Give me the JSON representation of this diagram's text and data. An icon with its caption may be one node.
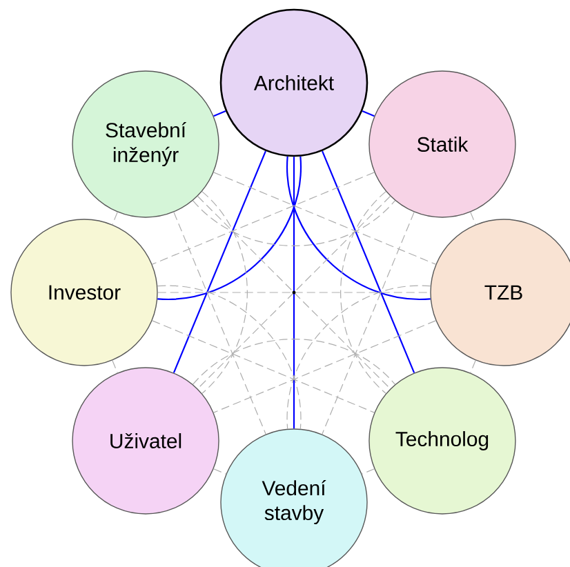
{
  "diagram": {
    "nodes": [
      {
        "text": [
          "Architekt"
        ]
      },
      {
        "text": [
          "Stavební inženýr"
        ]
      },
      {
        "text": [
          "Statik"
        ]
      },
      {
        "text": [
          "Investor"
        ]
      },
      {
        "text": [
          "TZB"
        ]
      },
      {
        "text": [
          "Uživatel"
        ]
      },
      {
        "text": [
          "Technolog"
        ]
      },
      {
        "text": [
          "Vedení stavby"
        ]
      }
    ],
    "edges": [
      {
        "from": 0,
        "to": 1,
        "arrow": "none",
        "color": "#0000ff"
      },
      {
        "from": 0,
        "to": 2,
        "arrow": "none",
        "color": "#0000ff"
      },
      {
        "from": 0,
        "to": 3,
        "arrow": "none",
        "color": "#0000ff"
      },
      {
        "from": 0,
        "to": 4,
        "arrow": "none",
        "color": "#0000ff"
      },
      {
        "from": 0,
        "to": 5,
        "arrow": "none",
        "color": "#0000ff"
      },
      {
        "from": 0,
        "to": 6,
        "arrow": "none",
        "color": "#0000ff"
      },
      {
        "from": 0,
        "to": 7,
        "arrow": "none",
        "color": "#0000ff"
      },
      {
        "from": 1,
        "to": 2,
        "arrow": "none",
        "style": "dashed"
      },
      {
        "from": 1,
        "to": 3,
        "arrow": "none",
        "style": "dashed"
      },
      {
        "from": 1,
        "to": 4,
        "arrow": "none",
        "style": "dashed"
      },
      {
        "from": 1,
        "to": 5,
        "arrow": "none",
        "style": "dashed"
      },
      {
        "from": 1,
        "to": 6,
        "arrow": "none",
        "style": "dashed"
      },
      {
        "from": 1,
        "to": 7,
        "arrow": "none",
        "style": "dashed"
      },
      {
        "from": 2,
        "to": 3,
        "arrow": "none",
        "style": "dashed"
      },
      {
        "from": 2,
        "to": 4,
        "arrow": "none",
        "style": "dashed"
      },
      {
        "from": 2,
        "to": 5,
        "arrow": "none",
        "style": "dashed"
      },
      {
        "from": 2,
        "to": 6,
        "arrow": "none",
        "style": "dashed"
      },
      {
        "from": 2,
        "to": 7,
        "arrow": "none",
        "style": "dashed"
      },
      {
        "from": 3,
        "to": 4,
        "arrow": "none",
        "style": "dashed"
      },
      {
        "from": 3,
        "to": 5,
        "arrow": "none",
        "style": "dashed"
      },
      {
        "from": 3,
        "to": 6,
        "arrow": "none",
        "style": "dashed"
      },
      {
        "from": 3,
        "to": 7,
        "arrow": "none",
        "style": "dashed"
      },
      {
        "from": 4,
        "to": 5,
        "arrow": "none",
        "style": "dashed"
      },
      {
        "from": 4,
        "to": 6,
        "arrow": "none",
        "style": "dashed"
      },
      {
        "from": 4,
        "to": 7,
        "arrow": "none",
        "style": "dashed"
      },
      {
        "from": 5,
        "to": 6,
        "arrow": "none",
        "style": "dashed"
      },
      {
        "from": 5,
        "to": 7,
        "arrow": "none",
        "style": "dashed"
      },
      {
        "from": 6,
        "to": 7,
        "arrow": "none",
        "style": "dashed"
      }
    ]
  }
}
